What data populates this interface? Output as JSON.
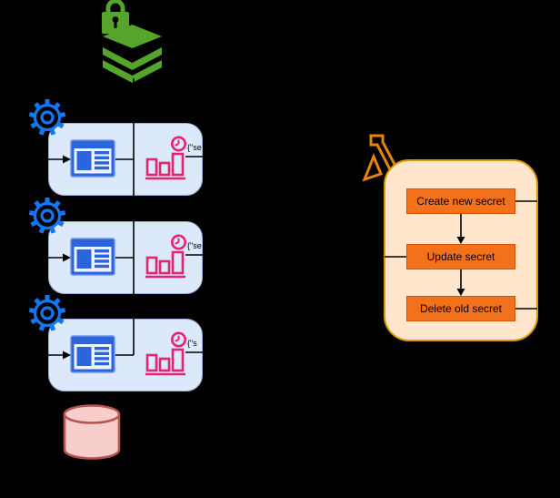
{
  "diagram": {
    "kind": "architecture-diagram",
    "background": "#000000"
  },
  "secured_layers": {
    "icon": "secured-layers-lock-icon",
    "color": "#55a42c"
  },
  "pipeline": {
    "rows": [
      {
        "gear_icon": "gear-icon",
        "app_icon": "application-window-icon",
        "metrics_icon": "metrics-clock-icon",
        "label": "{\"se"
      },
      {
        "gear_icon": "gear-icon",
        "app_icon": "application-window-icon",
        "metrics_icon": "metrics-clock-icon",
        "label": "{\"se"
      },
      {
        "gear_icon": "gear-icon",
        "app_icon": "application-window-icon",
        "metrics_icon": "metrics-clock-icon",
        "label": "{\"s"
      }
    ],
    "box_fill": "#dce9fb",
    "box_border": "#9aafd6",
    "gear_color": "#1476f2",
    "app_icon_color": "#2b65de",
    "metrics_color": "#e5246e"
  },
  "database": {
    "icon": "database-cylinder-icon",
    "fill": "#f8cecc",
    "border": "#b85450"
  },
  "rotation": {
    "lambda_icon": "lambda-icon",
    "lambda_color": "#e8830d",
    "panel_fill": "#ffe6cc",
    "panel_border": "#d79b00",
    "step_fill": "#f4711c",
    "step_border": "#d35400",
    "steps": [
      {
        "label": "Create new secret"
      },
      {
        "label": "Update secret"
      },
      {
        "label": "Delete old secret"
      }
    ]
  },
  "connectors": {
    "color": "#000000"
  }
}
